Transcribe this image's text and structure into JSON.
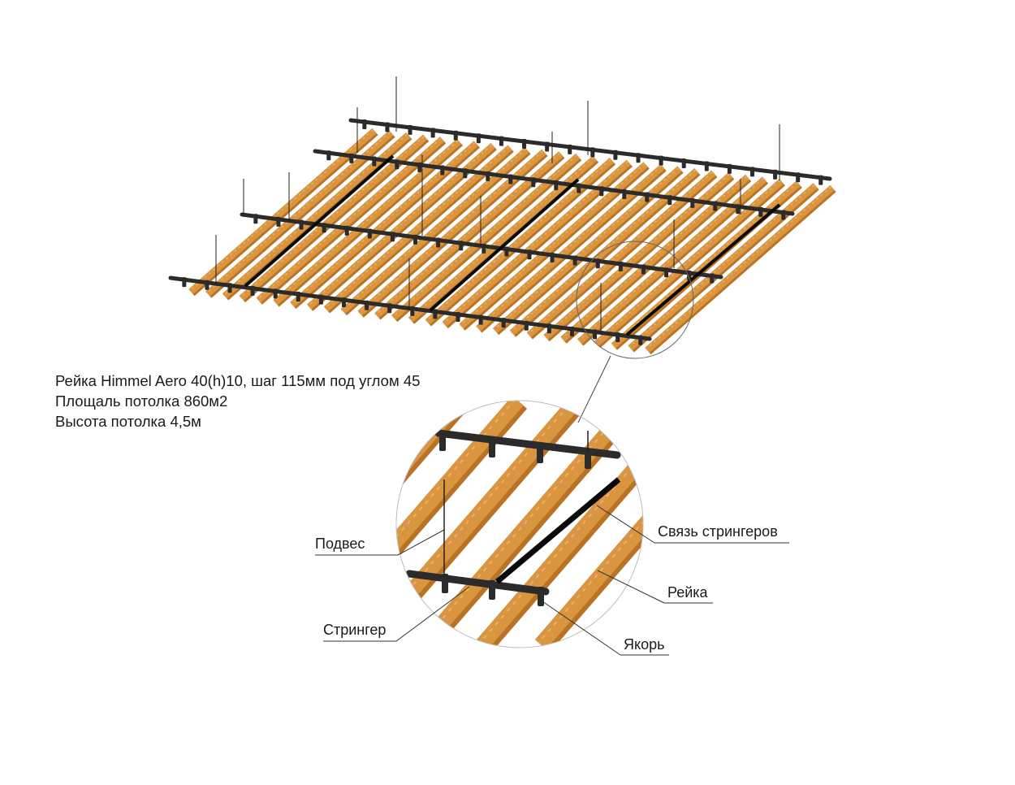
{
  "spec": {
    "lines": [
      "Рейка Himmel Aero 40(h)10, шаг 115мм под углом 45",
      "Площаль потолка 860м2",
      "Высота потолка 4,5м"
    ]
  },
  "callouts": {
    "podves": "Подвес",
    "stringer": "Стрингер",
    "svyaz": "Связь стрингеров",
    "reyka": "Рейка",
    "yakor": "Якорь"
  },
  "colors": {
    "slat": "#d9953f",
    "slat_dark": "#b87424",
    "slat_light": "#eab06a",
    "stringer": "#2b2b2b",
    "tie": "#0a0a0a",
    "leader": "#333333"
  },
  "diagram": {
    "stringer_count": 4,
    "slat_count": 28,
    "hanger_count": 14
  }
}
